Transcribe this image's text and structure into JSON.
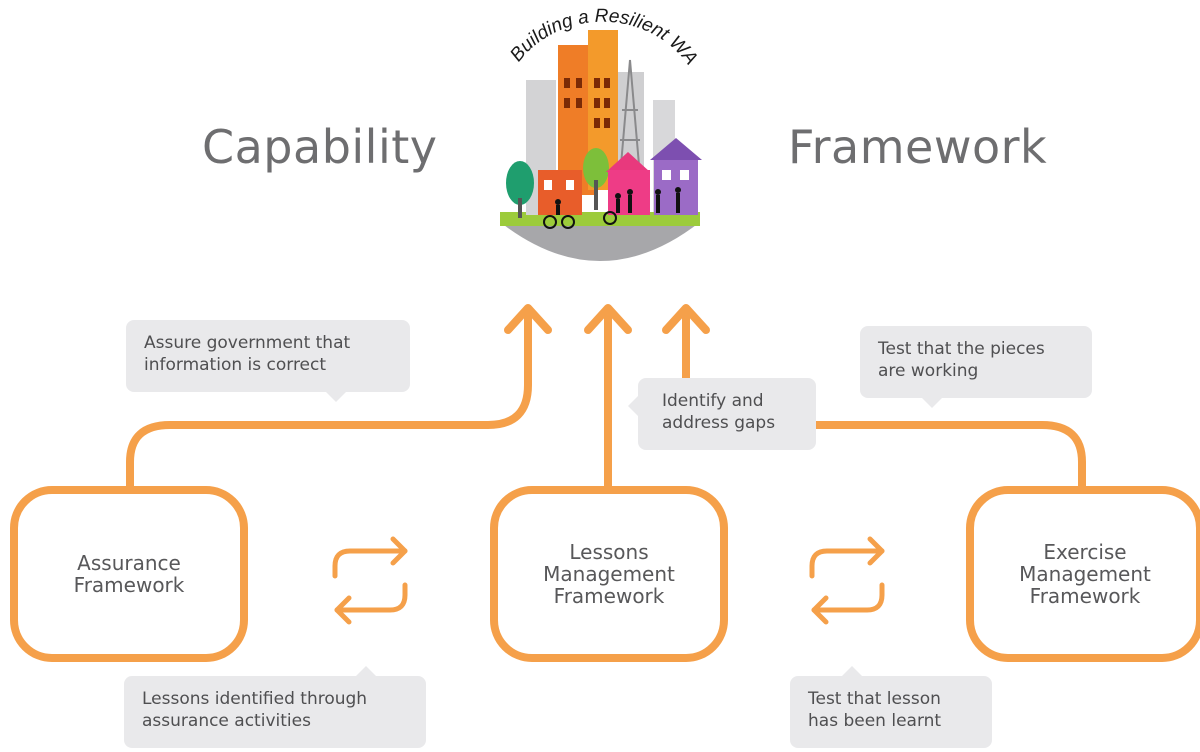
{
  "header": {
    "left_title": "Capability",
    "right_title": "Framework",
    "logo_text": "Building a Resilient WA"
  },
  "boxes": [
    {
      "label": "Assurance\nFramework"
    },
    {
      "label": "Lessons\nManagement\nFramework"
    },
    {
      "label": "Exercise\nManagement\nFramework"
    }
  ],
  "bubbles": {
    "assure": "Assure government that\ninformation is correct",
    "identify": "Identify and\naddress gaps",
    "test_pieces": "Test that the pieces\nare working",
    "lessons_identified": "Lessons identified through\nassurance activities",
    "test_lesson": "Test that lesson\nhas been learnt"
  },
  "colors": {
    "accent": "#f5a04a",
    "bubble": "#e9e9eb",
    "title": "#6e6e70"
  },
  "icons": {
    "exchange": "exchange-arrows-icon",
    "arrow": "arrow-up-icon"
  }
}
